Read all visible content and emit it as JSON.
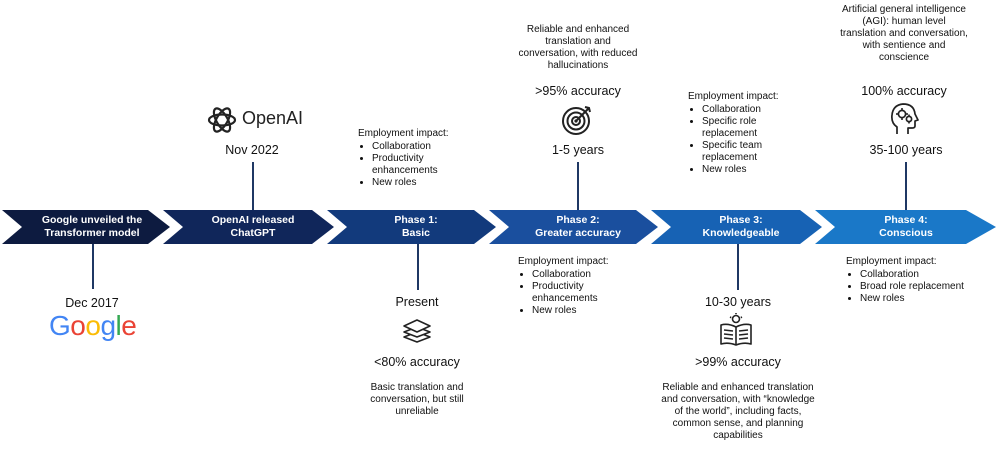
{
  "chevrons": [
    {
      "label": "Google unveiled the\nTransformer model",
      "color": "#0d1b40"
    },
    {
      "label": "OpenAI released\nChatGPT",
      "color": "#10265a"
    },
    {
      "label": "Phase 1:\nBasic",
      "color": "#123a7c"
    },
    {
      "label": "Phase 2:\nGreater accuracy",
      "color": "#1a4f9e"
    },
    {
      "label": "Phase 3:\nKnowledgeable",
      "color": "#1762b4"
    },
    {
      "label": "Phase 4:\nConscious",
      "color": "#1a78c8"
    }
  ],
  "google": {
    "date": "Dec 2017",
    "logo_text": "Google"
  },
  "openai": {
    "logo_text": "OpenAI",
    "date": "Nov 2022"
  },
  "phase1": {
    "timeframe": "Present",
    "accuracy": "<80% accuracy",
    "description": "Basic translation and conversation, but still unreliable",
    "employment_title": "Employment impact:",
    "employment_items": [
      "Collaboration",
      "Productivity enhancements",
      "New roles"
    ]
  },
  "phase2": {
    "description": "Reliable and enhanced translation and conversation, with reduced hallucinations",
    "accuracy": ">95% accuracy",
    "timeframe": "1-5 years",
    "employment_title": "Employment impact:",
    "employment_items": [
      "Collaboration",
      "Productivity enhancements",
      "New roles"
    ]
  },
  "phase3": {
    "employment_title": "Employment impact:",
    "employment_items": [
      "Collaboration",
      "Specific role replacement",
      "Specific team replacement",
      "New roles"
    ],
    "timeframe": "10-30 years",
    "accuracy": ">99% accuracy",
    "description": "Reliable and enhanced translation and conversation, with “knowledge of the world”, including facts, common sense, and planning capabilities"
  },
  "phase4": {
    "description": "Artificial general intelligence (AGI): human level translation and conversation, with sentience and conscience",
    "accuracy": "100% accuracy",
    "timeframe": "35-100 years",
    "employment_title": "Employment impact:",
    "employment_items": [
      "Collaboration",
      "Broad role replacement",
      "New roles"
    ]
  },
  "icons": {
    "openai": "openai-logo-icon",
    "phase1": "stacked-layers-icon",
    "phase2": "target-dart-icon",
    "phase3": "book-lightbulb-icon",
    "phase4": "head-gears-icon"
  },
  "colors": {
    "connector": "#1f3864",
    "google_blue": "#4285F4",
    "google_red": "#EA4335",
    "google_yellow": "#FBBC05",
    "google_green": "#34A853"
  }
}
